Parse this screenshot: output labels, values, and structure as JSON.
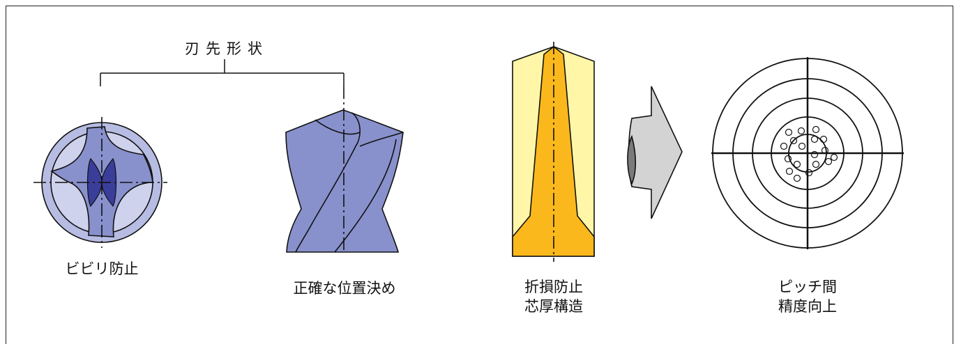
{
  "group_label": "刃先形状",
  "labels": {
    "chatter": "ビビリ防止",
    "position": "正確な位置決め",
    "breakage_line1": "折損防止",
    "breakage_line2": "芯厚構造",
    "pitch_line1": "ピッチ間",
    "pitch_line2": "精度向上"
  },
  "colors": {
    "blue_dark": "#8891cc",
    "blue_mid": "#b7bce3",
    "blue_light": "#cfd2ec",
    "blue_deep": "#3b3d9a",
    "yellow_light": "#fff6a8",
    "orange": "#fbb81c",
    "arrow_gray": "#d3d3d3",
    "arrow_dark": "#7a7a7a",
    "line": "#111111"
  }
}
